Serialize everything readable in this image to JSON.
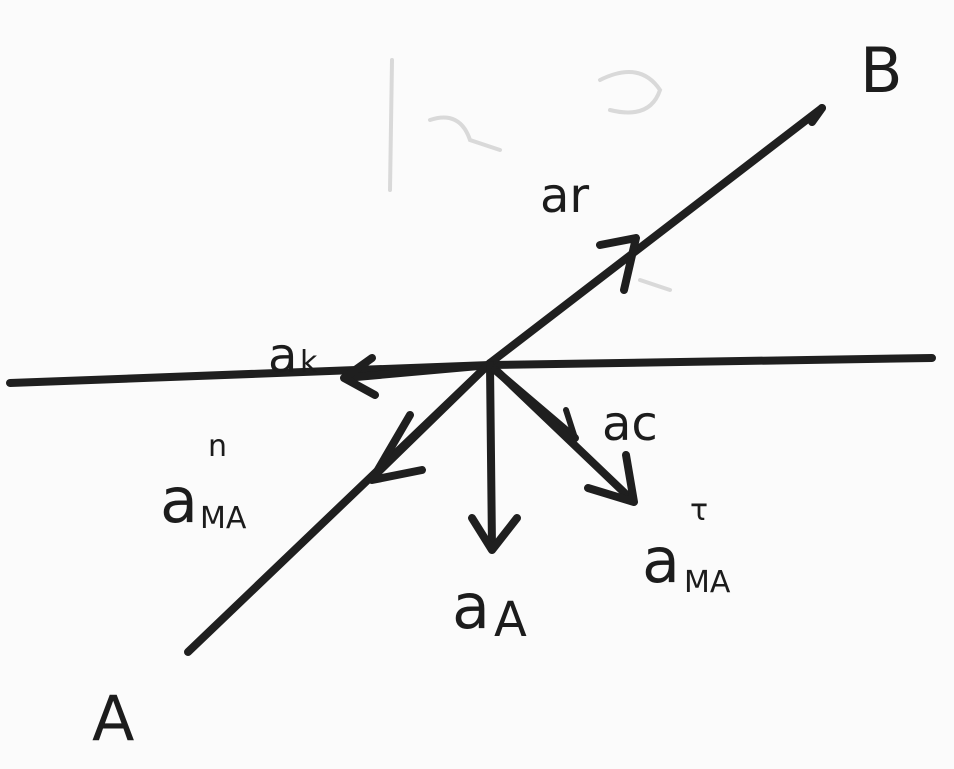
{
  "diagram": {
    "points": {
      "A": "A",
      "B": "B"
    },
    "vectors": {
      "ar": {
        "main": "ar"
      },
      "ak": {
        "main": "a",
        "sub": "k"
      },
      "ac": {
        "main": "ac"
      },
      "a_MA_n": {
        "main": "a",
        "sub": "MA",
        "sup": "n"
      },
      "a_A": {
        "main": "a",
        "sub": "A"
      },
      "a_MA_tau": {
        "main": "a",
        "sub": "MA",
        "sup": "τ"
      }
    }
  }
}
